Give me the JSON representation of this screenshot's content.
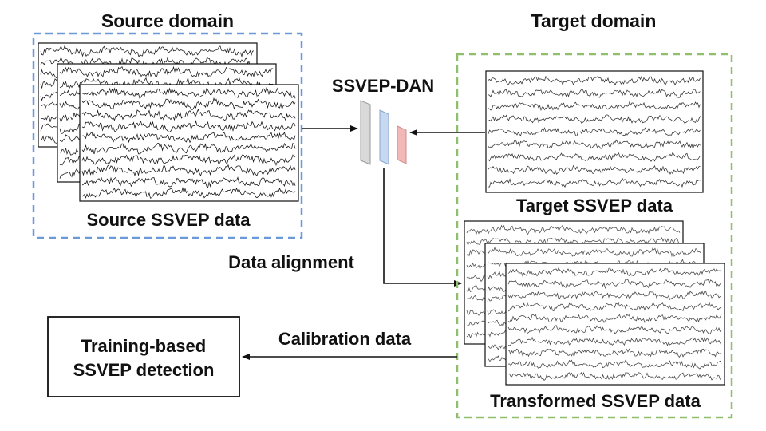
{
  "source": {
    "heading": "Source domain",
    "caption": "Source SSVEP data",
    "border_color": "#6a9bd8"
  },
  "target": {
    "heading": "Target domain",
    "caption": "Target SSVEP data",
    "transformed_caption": "Transformed SSVEP data",
    "border_color": "#8fbf6a"
  },
  "model": {
    "name": "SSVEP-DAN",
    "layer_colors": [
      "#d9d9d9",
      "#c7d9f0",
      "#f2b8b8"
    ]
  },
  "flow": {
    "alignment_label": "Data alignment",
    "calibration_label": "Calibration data"
  },
  "detector": {
    "line1": "Training-based",
    "line2": "SSVEP detection"
  }
}
